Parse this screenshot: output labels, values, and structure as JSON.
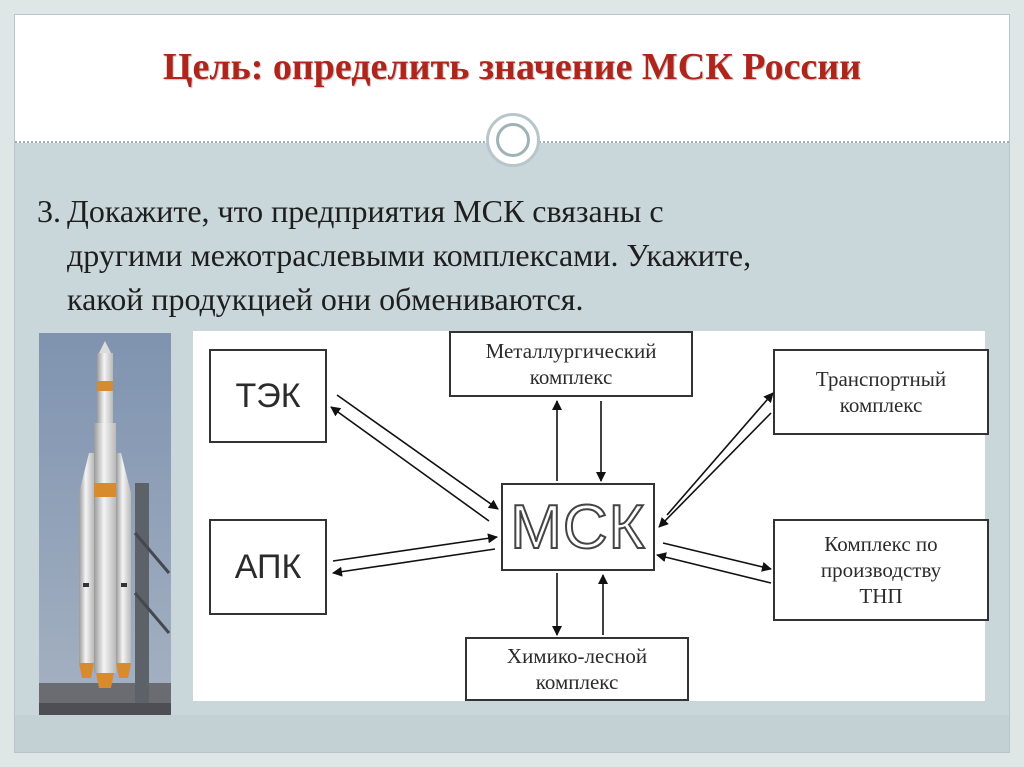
{
  "slide": {
    "title": "Цель: определить значение МСК России",
    "task": {
      "number": "3.",
      "line1": "Докажите, что предприятия МСК связаны с",
      "line2": "другими межотраслевыми комплексами. Укажите,",
      "line3": "какой продукцией они обмениваются."
    }
  },
  "diagram": {
    "center": "МСК",
    "tek": "ТЭК",
    "apk": "АПК",
    "metal": {
      "line1": "Металлургический",
      "line2": "комплекс"
    },
    "transport": {
      "line1": "Транспортный",
      "line2": "комплекс"
    },
    "tnp": {
      "line1": "Комплекс по",
      "line2": "производству",
      "line3": "ТНП"
    },
    "chem": {
      "line1": "Химико-лесной",
      "line2": "комплекс"
    }
  },
  "colors": {
    "title": "#b0251b",
    "frame": "#c9d6da",
    "text": "#1e1e1e"
  },
  "icons": {
    "medallion": "circle-ornament",
    "photo": "rocket-soyuz-photo"
  }
}
